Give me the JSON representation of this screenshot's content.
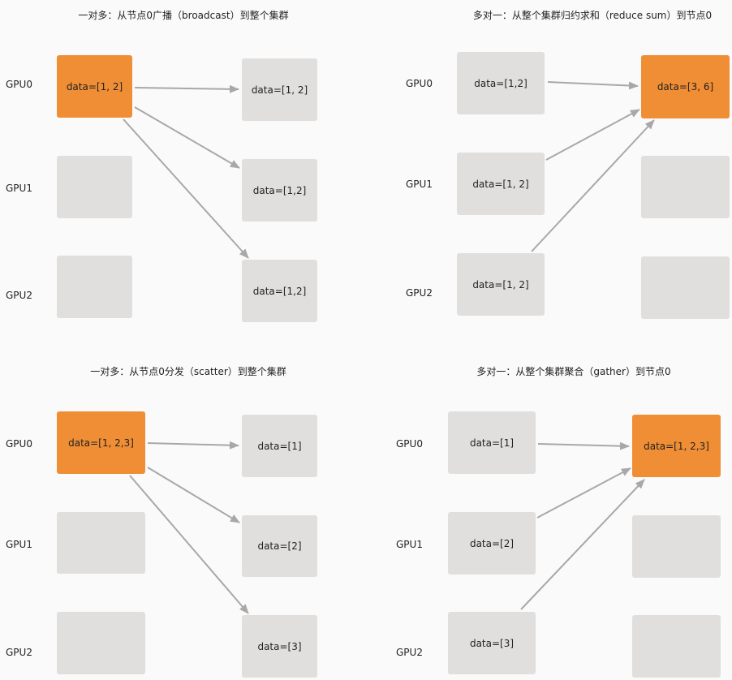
{
  "panels": {
    "broadcast": {
      "title": "一对多：从节点0广播（broadcast）到整个集群",
      "gpu_labels": [
        "GPU0",
        "GPU1",
        "GPU2"
      ],
      "source_data": "data=[1, 2]",
      "targets": [
        "data=[1, 2]",
        "data=[1,2]",
        "data=[1,2]"
      ]
    },
    "reduce": {
      "title": "多对一：从整个集群归约求和（reduce sum）到节点0",
      "gpu_labels": [
        "GPU0",
        "GPU1",
        "GPU2"
      ],
      "sources": [
        "data=[1,2]",
        "data=[1, 2]",
        "data=[1, 2]"
      ],
      "result_data": "data=[3, 6]"
    },
    "scatter": {
      "title": "一对多：从节点0分发（scatter）到整个集群",
      "gpu_labels": [
        "GPU0",
        "GPU1",
        "GPU2"
      ],
      "source_data": "data=[1, 2,3]",
      "targets": [
        "data=[1]",
        "data=[2]",
        "data=[3]"
      ]
    },
    "gather": {
      "title": "多对一：从整个集群聚合（gather）到节点0",
      "gpu_labels": [
        "GPU0",
        "GPU1",
        "GPU2"
      ],
      "sources": [
        "data=[1]",
        "data=[2]",
        "data=[3]"
      ],
      "result_data": "data=[1, 2,3]"
    }
  },
  "colors": {
    "node_highlight": "#f08e35",
    "node_default": "#e0dfde",
    "arrow": "#a8a8a8"
  }
}
